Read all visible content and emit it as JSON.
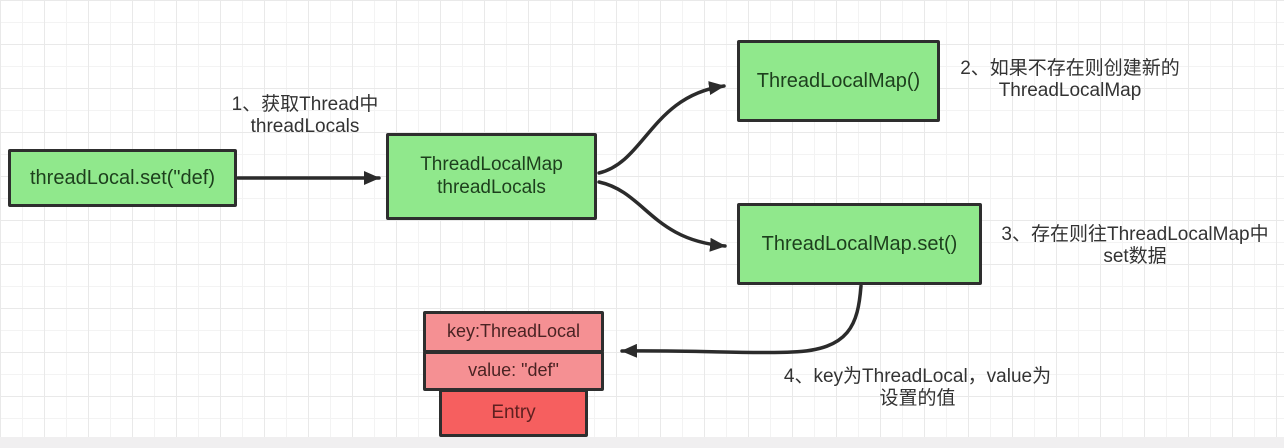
{
  "colors": {
    "node_green": "#90e88c",
    "node_pink": "#f59093",
    "node_red": "#f65f5f",
    "node_border": "#2e2e2e",
    "arrow": "#2b2b2b",
    "note_text": "#333333",
    "grid_minor": "#f3f3f3",
    "grid_major": "#e9e9e9",
    "bottom_bar": "#f0eff0"
  },
  "nodes": {
    "set_call": {
      "label": "threadLocal.set(\"def)"
    },
    "thread_locals": {
      "line1": "ThreadLocalMap",
      "line2": "threadLocals"
    },
    "map_ctor": {
      "label": "ThreadLocalMap()"
    },
    "map_set": {
      "label": "ThreadLocalMap.set()"
    },
    "entry_key": {
      "label": "key:ThreadLocal"
    },
    "entry_value": {
      "label": "value: \"def\""
    },
    "entry": {
      "label": "Entry"
    }
  },
  "annotations": {
    "step1": {
      "line1": "1、获取Thread中",
      "line2": "threadLocals"
    },
    "step2": {
      "line1": "2、如果不存在则创建新的",
      "line2": "ThreadLocalMap"
    },
    "step3": {
      "line1": "3、存在则往ThreadLocalMap中",
      "line2": "set数据"
    },
    "step4": {
      "line1": "4、key为ThreadLocal，value为",
      "line2": "设置的值"
    }
  },
  "edges": [
    {
      "from": "set_call",
      "to": "thread_locals"
    },
    {
      "from": "thread_locals",
      "to": "map_ctor"
    },
    {
      "from": "thread_locals",
      "to": "map_set"
    },
    {
      "from": "map_set",
      "to": "entry_key"
    }
  ]
}
